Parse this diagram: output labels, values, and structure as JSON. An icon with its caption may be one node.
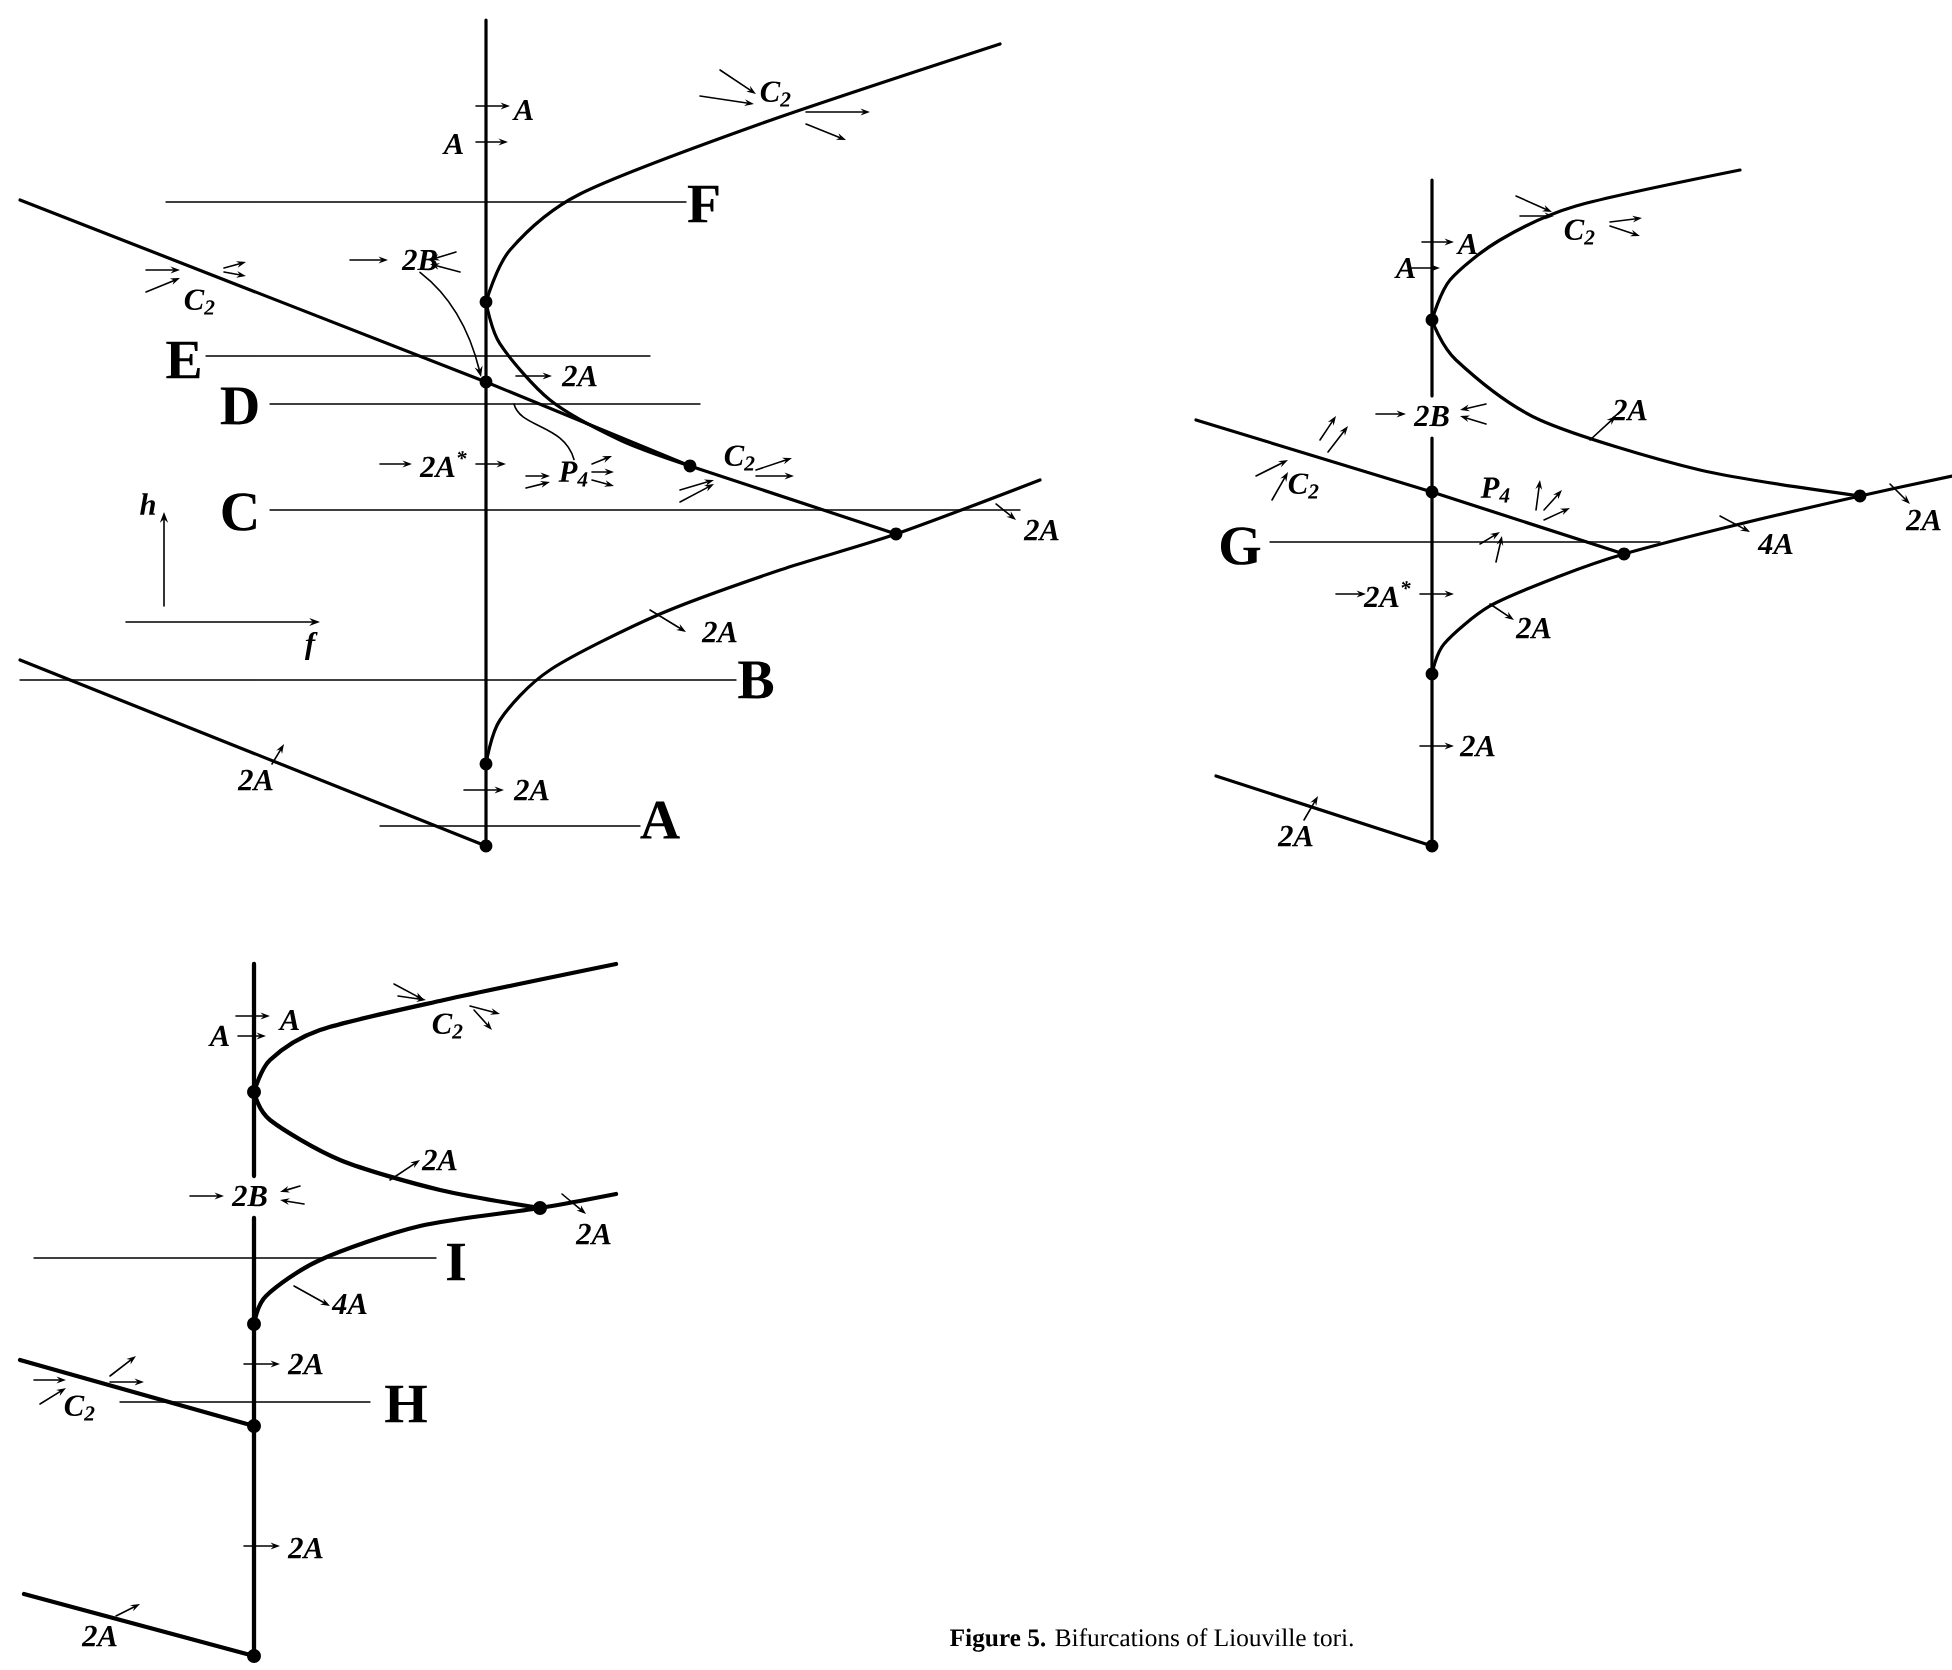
{
  "diagram": {
    "caption": "**Figure 5.** Bifurcations of Liouville tori.",
    "nodes": [
      {
        "text": [
          "2B"
        ]
      },
      {
        "text": [],
        "shape": "circle"
      },
      {
        "text": [
          "P$_{4}$"
        ]
      }
    ],
    "edges": [
      {
        "from": 0,
        "to": 1,
        "arrow": "to"
      },
      {
        "from": 2,
        "to": null,
        "arrow": "none"
      }
    ],
    "labels": [
      "A",
      "A",
      "C$_{2}$",
      "F",
      "C$_{2}$",
      "E",
      "2A",
      "D",
      "2A$^{*}$",
      "C$_{2}$",
      "h",
      "C",
      "2A",
      "2A",
      "f",
      "B",
      "2A",
      "2A",
      "A",
      "A",
      "A",
      "C$_{2}$",
      "2B",
      "2A",
      "C$_{2}$",
      "P$_{4}$",
      "2A",
      "G",
      "4A",
      "2A$^{*}$",
      "2A",
      "2A",
      "2A",
      "A",
      "A",
      "C$_{2}$",
      "2A",
      "2B",
      "2A",
      "I",
      "4A",
      "2A",
      "C$_{2}$",
      "H",
      "2A",
      "2A"
    ]
  }
}
